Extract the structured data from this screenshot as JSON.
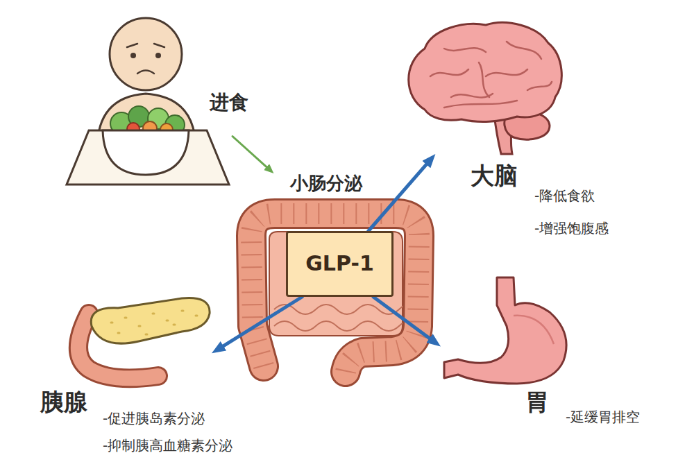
{
  "diagram": {
    "nodes": [
      {
        "text": [
          "进食"
        ]
      },
      {
        "text": [
          "小肠分泌"
        ]
      },
      {
        "text": [
          "GLP-1"
        ],
        "in": 1
      },
      {
        "text": [
          "大脑"
        ]
      },
      {
        "text": [
          "胰腺"
        ]
      },
      {
        "text": [
          "胃"
        ]
      }
    ],
    "edges": [
      {
        "from": 0,
        "to": 1,
        "arrow": "to"
      },
      {
        "from": 2,
        "to": 3,
        "arrow": "to"
      },
      {
        "from": 2,
        "to": 4,
        "arrow": "to"
      },
      {
        "from": 2,
        "to": 5,
        "arrow": "to"
      }
    ],
    "labels": [
      "-降低食欲",
      "-增强饱腹感",
      "-促进胰岛素分泌",
      "-抑制胰高血糖素分泌",
      "-延缓胃排空"
    ]
  }
}
